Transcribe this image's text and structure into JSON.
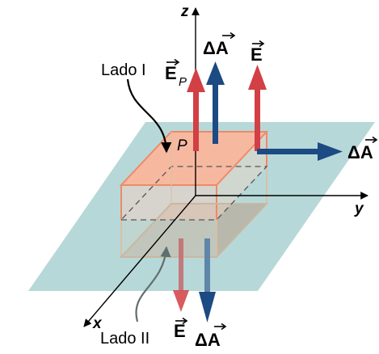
{
  "axes": {
    "x": "x",
    "y": "y",
    "z": "z"
  },
  "labels": {
    "side_one": "Lado I",
    "side_two": "Lado II",
    "point": "P",
    "e_p_main": "E",
    "e_p_sub": "P",
    "delta_a_top": "ΔA",
    "e_top": "E",
    "delta_a_side": "ΔA",
    "e_bottom": "E",
    "delta_a_bottom": "ΔA"
  },
  "colors": {
    "plane": "#b7d8d8",
    "top_face": "#f6b9a0",
    "top_edge": "#ee8a68",
    "bottom_face": "#b9b3a4",
    "box_edge": "#d8c0a8",
    "electric_field": "#d23f45",
    "area_vector": "#1c4a82"
  }
}
